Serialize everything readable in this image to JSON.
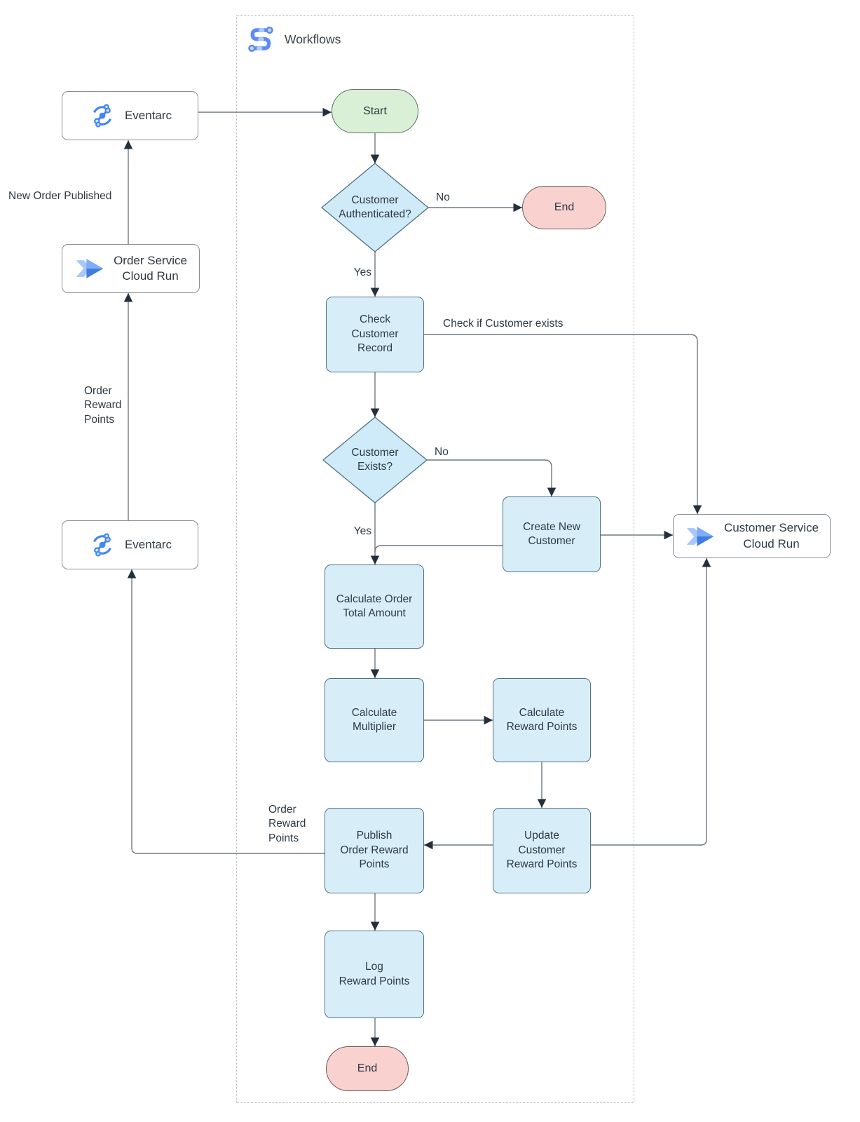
{
  "header": {
    "title": "Workflows"
  },
  "nodes": {
    "eventarc_top": {
      "label": "Eventarc"
    },
    "order_service_cloud_run": {
      "lines": [
        "Order Service",
        "Cloud Run"
      ]
    },
    "eventarc_bottom": {
      "label": "Eventarc"
    },
    "start": {
      "label": "Start"
    },
    "customer_authenticated": {
      "lines": [
        "Customer",
        "Authenticated?"
      ]
    },
    "end_top": {
      "label": "End"
    },
    "check_customer_record": {
      "lines": [
        "Check",
        "Customer",
        "Record"
      ]
    },
    "customer_exists": {
      "lines": [
        "Customer",
        "Exists?"
      ]
    },
    "create_new_customer": {
      "lines": [
        "Create New",
        "Customer"
      ]
    },
    "customer_service_cloud_run": {
      "lines": [
        "Customer Service",
        "Cloud Run"
      ]
    },
    "calculate_order_total": {
      "lines": [
        "Calculate Order",
        "Total Amount"
      ]
    },
    "calculate_multiplier": {
      "lines": [
        "Calculate",
        "Multiplier"
      ]
    },
    "calculate_reward_points": {
      "lines": [
        "Calculate",
        "Reward Points"
      ]
    },
    "publish_order_reward_points": {
      "lines": [
        "Publish",
        "Order Reward",
        "Points"
      ]
    },
    "update_customer_reward_points": {
      "lines": [
        "Update",
        "Customer",
        "Reward Points"
      ]
    },
    "log_reward_points": {
      "lines": [
        "Log",
        "Reward Points"
      ]
    },
    "end_bottom": {
      "label": "End"
    }
  },
  "edge_labels": {
    "new_order_published": "New Order Published",
    "order_reward_points_left": [
      "Order",
      "Reward",
      "Points"
    ],
    "order_reward_points_mid": [
      "Order",
      "Reward",
      "Points"
    ],
    "check_if_customer_exists": "Check if Customer exists",
    "auth_no": "No",
    "auth_yes": "Yes",
    "exists_no": "No",
    "exists_yes": "Yes"
  },
  "colors": {
    "process_fill": "#d7eef9",
    "diamond_fill": "#cfeaf8",
    "process_stroke": "#53707f",
    "start_fill": "#d9efd6",
    "end_fill": "#f9d2cf",
    "service_stroke": "#878f96",
    "connector": "#6e7880",
    "arrowhead": "#232f3b",
    "icon_blue": "#4285f4",
    "icon_light_blue": "#aecbfa"
  }
}
